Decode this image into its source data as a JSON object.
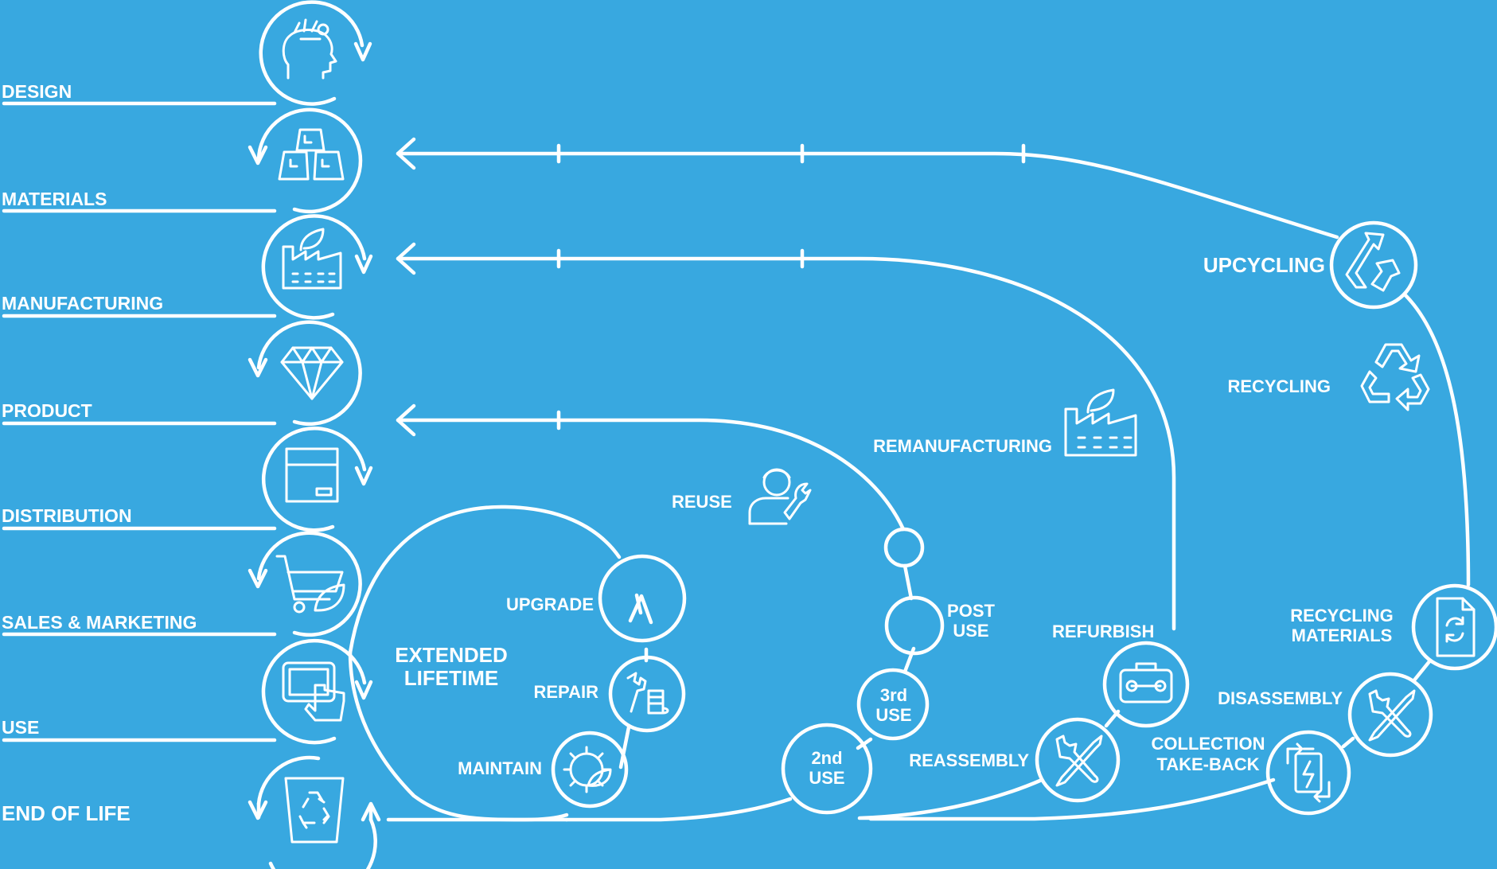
{
  "stages": [
    {
      "label": "DESIGN",
      "icon": "head-ideas-icon"
    },
    {
      "label": "MATERIALS",
      "icon": "material-blocks-icon"
    },
    {
      "label": "MANUFACTURING",
      "icon": "factory-leaf-icon"
    },
    {
      "label": "PRODUCT",
      "icon": "diamond-icon"
    },
    {
      "label": "DISTRIBUTION",
      "icon": "box-icon"
    },
    {
      "label": "SALES & MARKETING",
      "icon": "cart-leaf-icon"
    },
    {
      "label": "USE",
      "icon": "tablet-touch-icon"
    },
    {
      "label": "END OF LIFE",
      "icon": "recycle-bin-icon"
    }
  ],
  "extended_lifetime": {
    "title_line1": "EXTENDED",
    "title_line2": "LIFETIME",
    "upgrade": "UPGRADE",
    "repair": "REPAIR",
    "maintain": "MAINTAIN"
  },
  "reuse_loop": {
    "reuse": "REUSE",
    "post_use_line1": "POST",
    "post_use_line2": "USE",
    "third_use_line1": "3rd",
    "third_use_line2": "USE",
    "second_use_line1": "2nd",
    "second_use_line2": "USE"
  },
  "remanufacturing_loop": {
    "remanufacturing": "REMANUFACTURING",
    "refurbish": "REFURBISH",
    "reassembly": "REASSEMBLY"
  },
  "recycling_loop": {
    "upcycling": "UPCYCLING",
    "recycling": "RECYCLING",
    "recycling_materials_line1": "RECYCLING",
    "recycling_materials_line2": "MATERIALS",
    "disassembly": "DISASSEMBLY",
    "collection_line1": "COLLECTION",
    "collection_line2": "TAKE-BACK"
  },
  "colors": {
    "background": "#38a8e0",
    "foreground": "#ffffff"
  }
}
